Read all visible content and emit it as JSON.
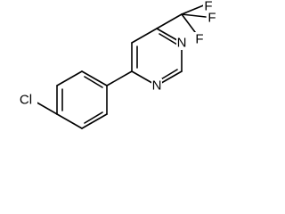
{
  "structure": {
    "atoms": {
      "chlorine": "Cl",
      "nitrogen_upper": "N",
      "nitrogen_lower": "N",
      "fluorine_top": "F",
      "fluorine_right": "F",
      "fluorine_lower": "F"
    },
    "colors": {
      "bond": "#000000",
      "label": "#000000",
      "background": "#ffffff"
    }
  }
}
